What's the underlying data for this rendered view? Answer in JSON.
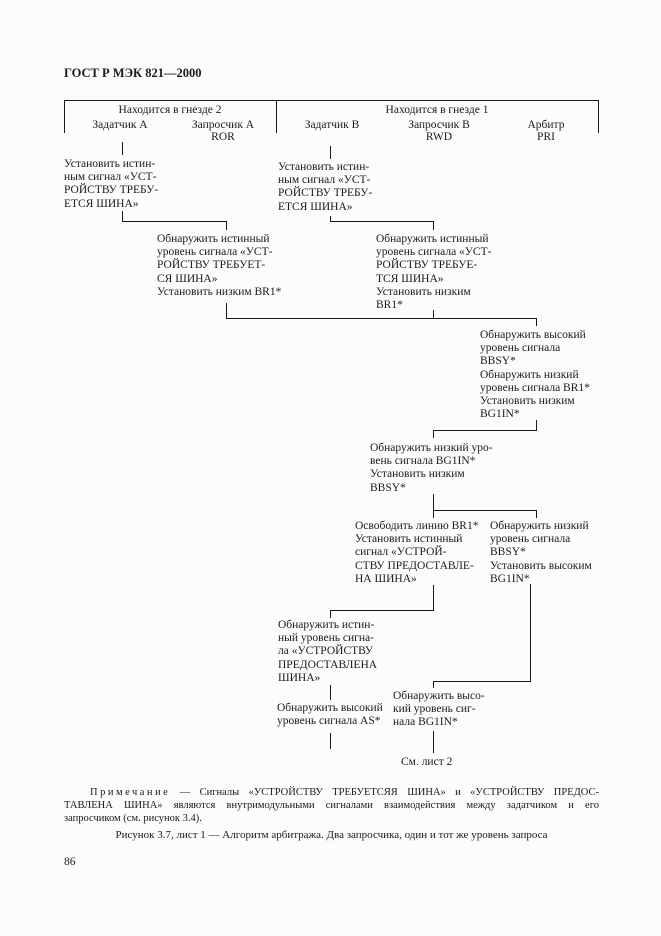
{
  "page_header": "ГОСТ Р МЭК 821—2000",
  "table_header": {
    "slot2": "Находится в гнезде 2",
    "slot1": "Находится в гнезде 1",
    "columns": [
      {
        "name": "Задатчик А",
        "code": ""
      },
      {
        "name": "Запросчик А",
        "code": "ROR"
      },
      {
        "name": "Задатчик В",
        "code": ""
      },
      {
        "name": "Запросчик В",
        "code": "RWD"
      },
      {
        "name": "Арбитр",
        "code": "PRI"
      }
    ]
  },
  "diagram": {
    "nodes": [
      {
        "id": "a_set_req",
        "text": "Установить истин-ным сигнал «УСТ-РОЙСТВУ ТРЕБУ-ЕТСЯ ШИНА»"
      },
      {
        "id": "b_set_req",
        "text": "Установить истин-ным сигнал «УСТ-РОЙСТВУ ТРЕБУ-ЕТСЯ ШИНА»"
      },
      {
        "id": "ror_detect",
        "text": "Обнаружить истинный уровень сигнала «УСТ-РОЙСТВУ ТРЕБУЕТ-СЯ ШИНА» Установить низким BR1*"
      },
      {
        "id": "rwd_detect",
        "text": "Обнаружить истинный уровень сигнала «УСТ-РОЙСТВУ ТРЕБУЕ-ТСЯ ШИНА» Установить низким BR1*"
      },
      {
        "id": "pri_detect",
        "text": "Обнаружить высокий уровень сигнала BBSY* Обнаружить низкий уровень сигнала BR1* Установить низким BG1IN*"
      },
      {
        "id": "rwd_bg",
        "text": "Обнаружить низкий уро-вень сигнала BG1IN* Установить низким BBSY*"
      },
      {
        "id": "rwd_release",
        "text": "Освободить линию BR1* Установить истинный сигнал «УСТРОЙ-СТВУ ПРЕДОСТАВЛЕ-НА ШИНА»"
      },
      {
        "id": "pri_bbsy",
        "text": "Обнаружить низкий уровень сигнала BBSY* Установить высоким BG1IN*"
      },
      {
        "id": "b_grant",
        "text": "Обнаружить истин-ный уровень сигна-ла «УСТРОЙСТВУ ПРЕДОСТАВЛЕНА ШИНА»"
      },
      {
        "id": "b_as",
        "text": "Обнаружить высокий уровень сигнала AS*"
      },
      {
        "id": "rwd_high",
        "text": "Обнаружить высо-кий уровень сиг-нала BG1IN*"
      }
    ],
    "continuation": "См. лист 2"
  },
  "texts": {
    "a_set_req": [
      "Установить истин-",
      "ным сигнал «УСТ-",
      "РОЙСТВУ ТРЕБУ-",
      "ЕТСЯ ШИНА»"
    ],
    "b_set_req": [
      "Установить истин-",
      "ным сигнал «УСТ-",
      "РОЙСТВУ ТРЕБУ-",
      "ЕТСЯ ШИНА»"
    ],
    "ror_detect": [
      "Обнаружить истинный",
      "уровень сигнала «УСТ-",
      "РОЙСТВУ ТРЕБУЕТ-",
      "СЯ ШИНА»",
      "Установить низким BR1*"
    ],
    "rwd_detect": [
      "Обнаружить истинный",
      "уровень сигнала «УСТ-",
      "РОЙСТВУ ТРЕБУЕ-",
      "ТСЯ ШИНА»",
      "Установить низким",
      "BR1*"
    ],
    "pri_detect": [
      "Обнаружить высокий",
      "уровень сигнала",
      "BBSY*",
      "Обнаружить низкий",
      "уровень сигнала BR1*",
      "Установить низким",
      "BG1IN*"
    ],
    "rwd_bg": [
      "Обнаружить низкий уро-",
      "вень сигнала BG1IN*",
      "Установить низким",
      "BBSY*"
    ],
    "rwd_release": [
      "Освободить линию BR1*",
      "Установить истинный",
      "сигнал «УСТРОЙ-",
      "СТВУ ПРЕДОСТАВЛЕ-",
      "НА ШИНА»"
    ],
    "pri_bbsy": [
      "Обнаружить низкий",
      "уровень сигнала",
      "BBSY*",
      "Установить высоким",
      "BG1IN*"
    ],
    "b_grant": [
      "Обнаружить истин-",
      "ный уровень сигна-",
      "ла «УСТРОЙСТВУ",
      "ПРЕДОСТАВЛЕНА",
      "ШИНА»"
    ],
    "b_as": [
      "Обнаружить высокий",
      "уровень сигнала AS*"
    ],
    "rwd_high": [
      "Обнаружить высо-",
      "кий уровень сиг-",
      "нала BG1IN*"
    ]
  },
  "note": {
    "label": "Примечание",
    "text": " — Сигналы «УСТРОЙСТВУ ТРЕБУЕТСЯЯ ШИНА» и «УСТРОЙСТВУ ПРЕДОС-ТАВЛЕНА ШИНА» являются внутримодульными сигналами взаимодействия между задатчиком и его запросчиком (см. рисунок 3.4).",
    "line1_rest": " — Сигналы «УСТРОЙСТВУ ТРЕБУЕТСЯЯ ШИНА» и «УСТРОЙСТВУ ПРЕДОС-",
    "line2": "ТАВЛЕНА ШИНА» являются внутримодульными сигналами взаимодействия между задатчиком и его",
    "line3": "запросчиком (см. рисунок 3.4)."
  },
  "caption": "Рисунок 3.7, лист 1 — Алгоритм арбитража. Два запросчика, один и тот же уровень запроса",
  "page_number": "86"
}
